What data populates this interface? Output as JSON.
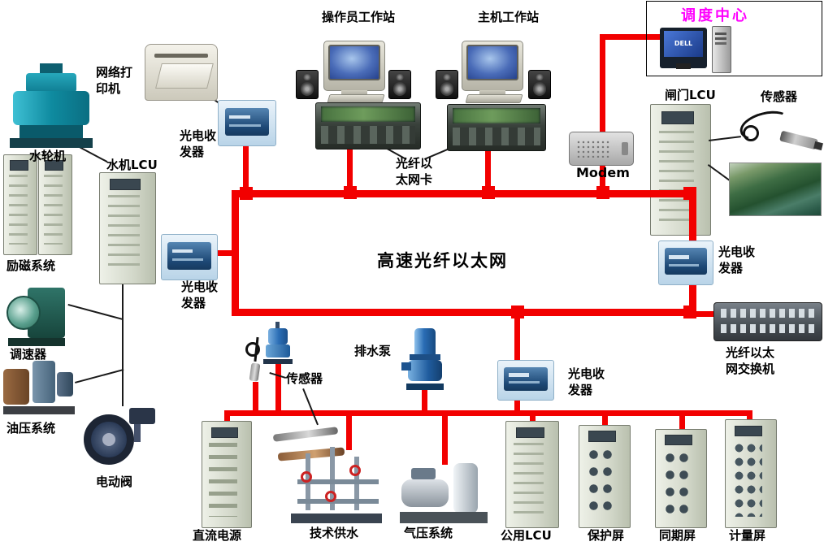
{
  "labels": {
    "operator_workstation": "操作员工作站",
    "host_workstation": "主机工作站",
    "dispatch_center": "调度中心",
    "network_printer_l1": "网络打",
    "network_printer_l2": "印机",
    "transceiver_l1": "光电收",
    "transceiver_l2": "发器",
    "fiber_card_l1": "光纤以",
    "fiber_card_l2": "太网卡",
    "modem": "Modem",
    "gate_lcu": "闸门LCU",
    "sensor_top": "传感器",
    "water_turbine": "水轮机",
    "turbine_lcu": "水机LCU",
    "excitation_system": "励磁系统",
    "governor": "调速器",
    "oil_pressure_system": "油压系统",
    "electric_valve": "电动阀",
    "ethernet_bus": "高速光纤以太网",
    "drain_pump": "排水泵",
    "sensor_bottom": "传感器",
    "fiber_switch_l1": "光纤以太",
    "fiber_switch_l2": "网交换机",
    "dc_power": "直流电源",
    "tech_water": "技术供水",
    "air_pressure_system": "气压系统",
    "common_lcu": "公用LCU",
    "protection_panel": "保护屏",
    "sync_panel": "同期屏",
    "metering_panel": "计量屏",
    "dell_logo": "DELL"
  },
  "colors": {
    "bus_red": "#f20000",
    "dispatch_magenta": "#ff00ff"
  }
}
